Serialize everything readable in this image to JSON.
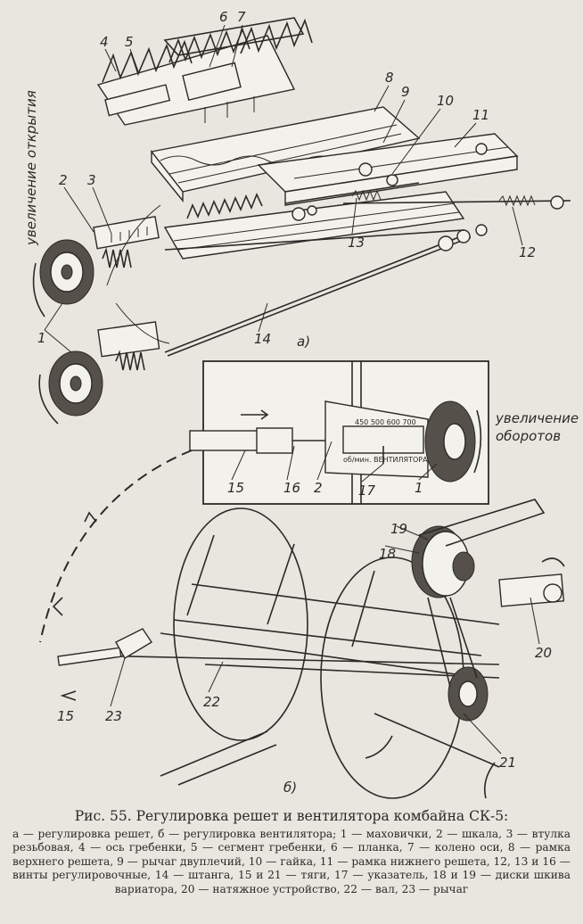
{
  "figure": {
    "part_a_label": "а)",
    "part_b_label": "б)",
    "annotation_left": "увеличение открытия",
    "annotation_right_line1": "увеличение",
    "annotation_right_line2": "оборотов",
    "dial_scale": "450   500   600   700",
    "dial_unit": "об/мин. ВЕНТИЛЯТОРА",
    "part_numbers": [
      "1",
      "2",
      "3",
      "4",
      "5",
      "6",
      "7",
      "8",
      "9",
      "10",
      "11",
      "12",
      "13",
      "14",
      "15",
      "16",
      "17",
      "18",
      "19",
      "20",
      "21",
      "22",
      "23"
    ]
  },
  "caption": {
    "title": "Рис. 55. Регулировка решет и вентилятора комбайна СК-5:",
    "body": "а — регулировка решет, б — регулировка вентилятора; 1 — маховички, 2 — шкала, 3 — втулка резьбовая, 4 — ось гребенки, 5 — сегмент гребенки, 6 — планка, 7 — колено оси, 8 — рамка верхнего решета, 9 — рычаг двуплечий, 10 — гайка, 11 — рамка нижнего решета, 12, 13 и 16 — винты регулировочные, 14 — штанга, 15 и 21 — тяги, 17 — указатель, 18 и 19 — диски шкива вариатора, 20 — натяжное устройство, 22 — вал, 23 — рычаг"
  }
}
